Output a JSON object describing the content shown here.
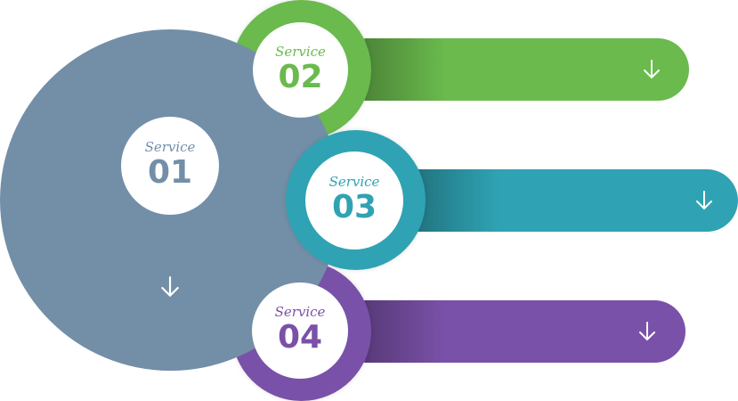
{
  "services": [
    {
      "id": "01",
      "label": "Service",
      "number": "01",
      "color": "#738fa8",
      "icon": "arrow-down-icon"
    },
    {
      "id": "02",
      "label": "Service",
      "number": "02",
      "color": "#6aba4d",
      "icon": "arrow-down-icon"
    },
    {
      "id": "03",
      "label": "Service",
      "number": "03",
      "color": "#2fa3b3",
      "icon": "arrow-down-icon"
    },
    {
      "id": "04",
      "label": "Service",
      "number": "04",
      "color": "#7a51a8",
      "icon": "arrow-down-icon"
    }
  ]
}
